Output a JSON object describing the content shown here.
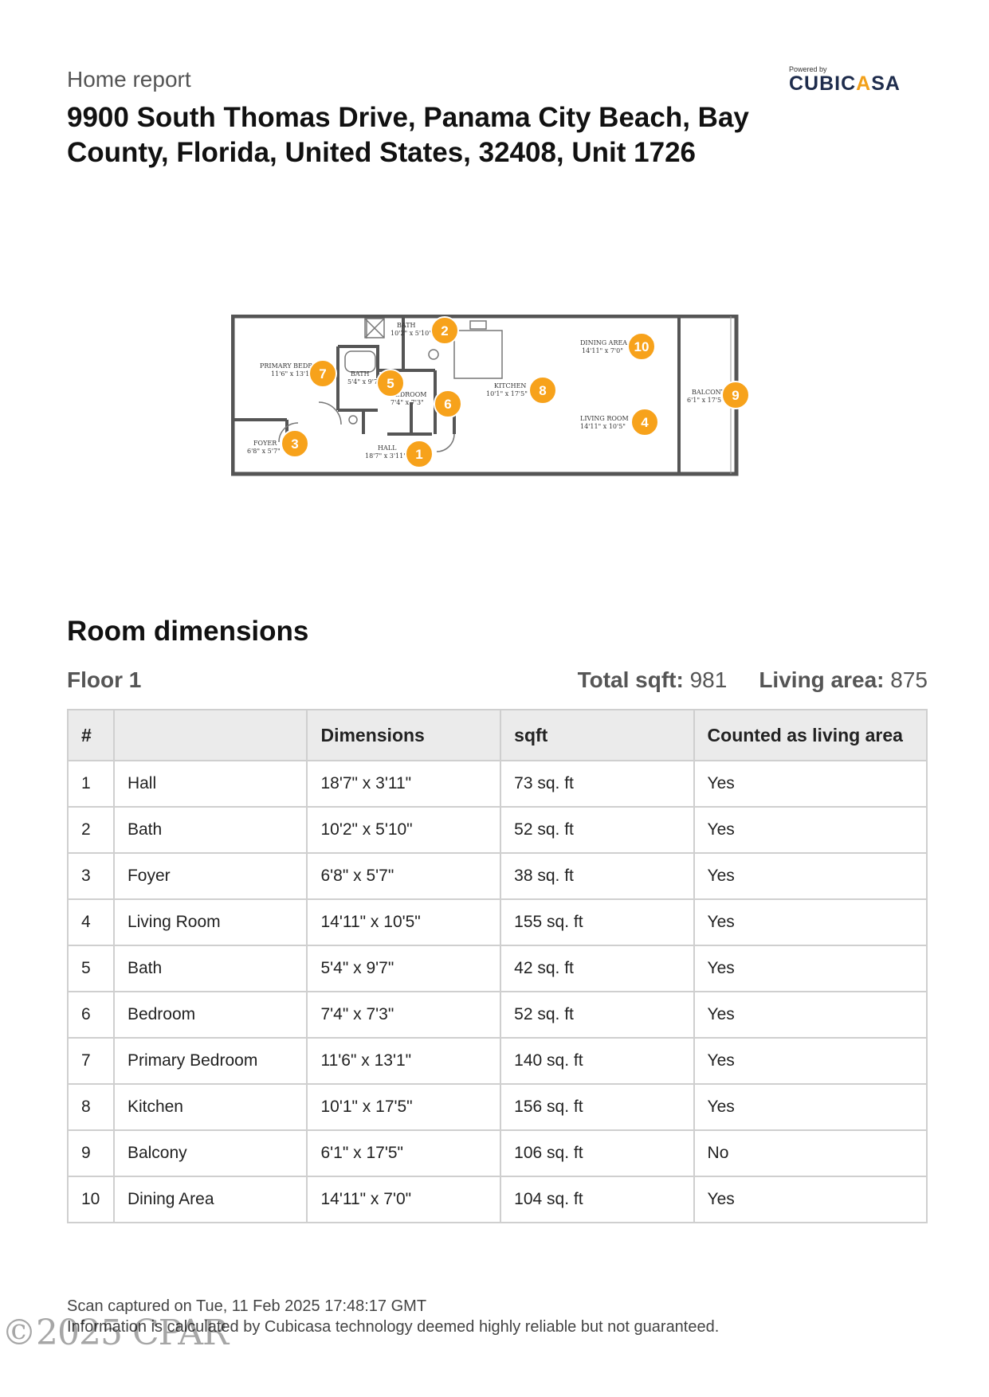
{
  "header": {
    "kicker": "Home report",
    "address": "9900 South Thomas Drive, Panama City Beach, Bay County, Florida, United States, 32408, Unit 1726"
  },
  "brand": {
    "powered_by": "Powered by",
    "name_part1": "CUBIC",
    "name_accent": "A",
    "name_part2": "SA",
    "accent_color": "#f2a01a",
    "primary_color": "#1e2c4c"
  },
  "floorplan": {
    "marker_color": "#f7a21b",
    "rooms": [
      {
        "number": "1",
        "name": "HALL",
        "dims": "18'7\" x 3'11\""
      },
      {
        "number": "2",
        "name": "BATH",
        "dims": "10'2\" x 5'10\""
      },
      {
        "number": "3",
        "name": "FOYER",
        "dims": "6'8\" x 5'7\""
      },
      {
        "number": "4",
        "name": "LIVING ROOM",
        "dims": "14'11\" x 10'5\""
      },
      {
        "number": "5",
        "name": "BATH",
        "dims": "5'4\" x 9'7\""
      },
      {
        "number": "6",
        "name": "BEDROOM",
        "dims": "7'4\" x 7'3\""
      },
      {
        "number": "7",
        "name": "PRIMARY BEDROOM",
        "dims": "11'6\" x 13'1\""
      },
      {
        "number": "8",
        "name": "KITCHEN",
        "dims": "10'1\" x 17'5\""
      },
      {
        "number": "9",
        "name": "BALCONY",
        "dims": "6'1\" x 17'5\""
      },
      {
        "number": "10",
        "name": "DINING AREA",
        "dims": "14'11\" x 7'0\""
      }
    ]
  },
  "section": {
    "title": "Room dimensions",
    "floor_name": "Floor 1",
    "total_sqft_label": "Total sqft:",
    "total_sqft_value": "981",
    "living_area_label": "Living area:",
    "living_area_value": "875"
  },
  "table": {
    "headers": [
      "#",
      "",
      "Dimensions",
      "sqft",
      "Counted as living area"
    ],
    "rows": [
      {
        "num": "1",
        "room": "Hall",
        "dims": "18'7\" x 3'11\"",
        "sqft": "73 sq. ft",
        "living": "Yes"
      },
      {
        "num": "2",
        "room": "Bath",
        "dims": "10'2\" x 5'10\"",
        "sqft": "52 sq. ft",
        "living": "Yes"
      },
      {
        "num": "3",
        "room": "Foyer",
        "dims": "6'8\" x 5'7\"",
        "sqft": "38 sq. ft",
        "living": "Yes"
      },
      {
        "num": "4",
        "room": "Living Room",
        "dims": "14'11\" x 10'5\"",
        "sqft": "155 sq. ft",
        "living": "Yes"
      },
      {
        "num": "5",
        "room": "Bath",
        "dims": "5'4\" x 9'7\"",
        "sqft": "42 sq. ft",
        "living": "Yes"
      },
      {
        "num": "6",
        "room": "Bedroom",
        "dims": "7'4\" x 7'3\"",
        "sqft": "52 sq. ft",
        "living": "Yes"
      },
      {
        "num": "7",
        "room": "Primary Bedroom",
        "dims": "11'6\" x 13'1\"",
        "sqft": "140 sq. ft",
        "living": "Yes"
      },
      {
        "num": "8",
        "room": "Kitchen",
        "dims": "10'1\" x 17'5\"",
        "sqft": "156 sq. ft",
        "living": "Yes"
      },
      {
        "num": "9",
        "room": "Balcony",
        "dims": "6'1\" x 17'5\"",
        "sqft": "106 sq. ft",
        "living": "No"
      },
      {
        "num": "10",
        "room": "Dining Area",
        "dims": "14'11\" x 7'0\"",
        "sqft": "104 sq. ft",
        "living": "Yes"
      }
    ]
  },
  "footer": {
    "scan_line": "Scan captured on Tue, 11 Feb 2025 17:48:17 GMT",
    "disclaimer": "Information is calculated by Cubicasa technology deemed highly reliable but not guaranteed."
  },
  "watermark": "©2025 CPAR"
}
